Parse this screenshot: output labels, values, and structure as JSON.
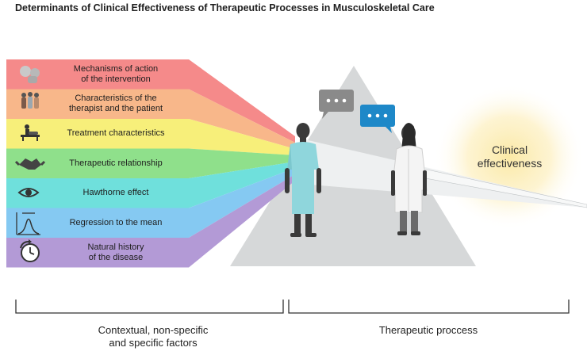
{
  "title": "Determinants of Clinical Effectiveness of Therapeutic Processes in Musculoskeletal Care",
  "factors": [
    {
      "line1": "Mechanisms of action",
      "line2": "of the intervention",
      "color": "#f58a8a",
      "icon": "organs-icon"
    },
    {
      "line1": "Characteristics of the",
      "line2": "therapist and the patient",
      "color": "#f8b78a",
      "icon": "people-icon"
    },
    {
      "line1": "Treatment characteristics",
      "line2": "",
      "color": "#f7ef7a",
      "icon": "treatment-table-icon"
    },
    {
      "line1": "Therapeutic relationship",
      "line2": "",
      "color": "#8fe08b",
      "icon": "handshake-icon"
    },
    {
      "line1": "Hawthorne effect",
      "line2": "",
      "color": "#6fe0dc",
      "icon": "eye-icon"
    },
    {
      "line1": "Regression to the mean",
      "line2": "",
      "color": "#85c9f2",
      "icon": "bell-curve-icon"
    },
    {
      "line1": "Natural history",
      "line2": "of the disease",
      "color": "#b39ad6",
      "icon": "clock-icon"
    }
  ],
  "outcome": {
    "line1": "Clinical",
    "line2": "effectiveness"
  },
  "footer": {
    "left_line1": "Contextual, non-specific",
    "left_line2": "and specific factors",
    "right": "Therapeutic proccess"
  },
  "colors": {
    "prism": "#d6d8d9",
    "patient_bubble": "#8a8a8a",
    "therapist_bubble": "#1e88c8",
    "glow": "#f8e08a"
  }
}
